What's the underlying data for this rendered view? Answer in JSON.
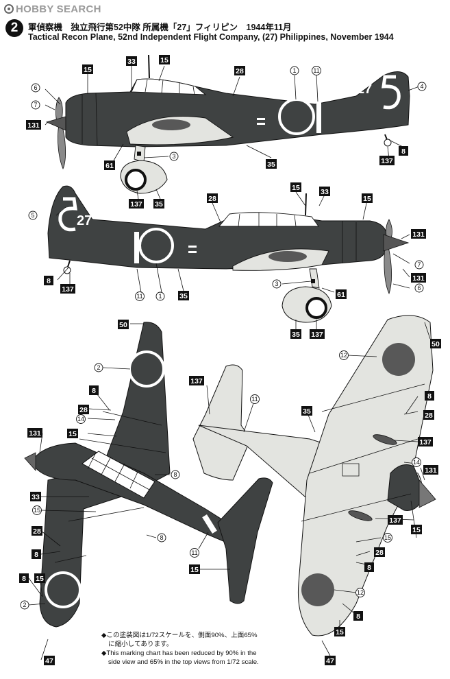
{
  "watermark": {
    "brand": "HOBBY",
    "suffix": "SEARCH"
  },
  "header": {
    "badge": "2",
    "title_jp": "軍偵察機　独立飛行第52中隊 所属機「27」フィリピン　1944年11月",
    "title_en": "Tactical Recon Plane,  52nd Independent Flight Company, (27) Philippines, November 1944"
  },
  "aircraft": {
    "marking_number": "27",
    "tail_symbol": "5"
  },
  "colors": {
    "camo_dark": "#3f4242",
    "underside": "#e3e4e0",
    "hinomaru": "#585858",
    "ink": "#111111",
    "paper": "#ffffff"
  },
  "note": {
    "jp_line1": "◆この塗装図は1/72スケールを、側面90%、上面65%",
    "jp_line2": "に縮小してあります。",
    "en_line1": "◆This marking chart has been reduced by 90% in the",
    "en_line2": "side view and 65% in the top views from 1/72 scale."
  },
  "callouts": {
    "side_left": [
      {
        "label": "15",
        "style": "box"
      },
      {
        "label": "33",
        "style": "box"
      },
      {
        "label": "15",
        "style": "box"
      },
      {
        "label": "28",
        "style": "box"
      },
      {
        "label": "1",
        "style": "circle"
      },
      {
        "label": "11",
        "style": "circle"
      },
      {
        "label": "6",
        "style": "circle"
      },
      {
        "label": "7",
        "style": "circle"
      },
      {
        "label": "131",
        "style": "box"
      },
      {
        "label": "4",
        "style": "circle"
      },
      {
        "label": "8",
        "style": "box"
      },
      {
        "label": "137",
        "style": "box"
      },
      {
        "label": "61",
        "style": "box"
      },
      {
        "label": "3",
        "style": "circle"
      },
      {
        "label": "35",
        "style": "box"
      },
      {
        "label": "137",
        "style": "box"
      },
      {
        "label": "35",
        "style": "box"
      }
    ],
    "side_right": [
      {
        "label": "5",
        "style": "circle"
      },
      {
        "label": "28",
        "style": "box"
      },
      {
        "label": "15",
        "style": "box"
      },
      {
        "label": "33",
        "style": "box"
      },
      {
        "label": "15",
        "style": "box"
      },
      {
        "label": "131",
        "style": "box"
      },
      {
        "label": "7",
        "style": "circle"
      },
      {
        "label": "131",
        "style": "box"
      },
      {
        "label": "6",
        "style": "circle"
      },
      {
        "label": "8",
        "style": "box"
      },
      {
        "label": "137",
        "style": "box"
      },
      {
        "label": "11",
        "style": "circle"
      },
      {
        "label": "1",
        "style": "circle"
      },
      {
        "label": "35",
        "style": "box"
      },
      {
        "label": "3",
        "style": "circle"
      },
      {
        "label": "61",
        "style": "box"
      },
      {
        "label": "35",
        "style": "box"
      },
      {
        "label": "137",
        "style": "box"
      }
    ],
    "top_view": [
      {
        "label": "50",
        "style": "box"
      },
      {
        "label": "2",
        "style": "circle"
      },
      {
        "label": "8",
        "style": "box"
      },
      {
        "label": "28",
        "style": "box"
      },
      {
        "label": "14",
        "style": "circle"
      },
      {
        "label": "15",
        "style": "box"
      },
      {
        "label": "131",
        "style": "box"
      },
      {
        "label": "8",
        "style": "circle"
      },
      {
        "label": "33",
        "style": "box"
      },
      {
        "label": "15",
        "style": "circle"
      },
      {
        "label": "8",
        "style": "circle"
      },
      {
        "label": "28",
        "style": "box"
      },
      {
        "label": "8",
        "style": "box"
      },
      {
        "label": "11",
        "style": "circle"
      },
      {
        "label": "15",
        "style": "box"
      },
      {
        "label": "8",
        "style": "box"
      },
      {
        "label": "15",
        "style": "box"
      },
      {
        "label": "2",
        "style": "circle"
      },
      {
        "label": "47",
        "style": "box"
      }
    ],
    "bottom_view": [
      {
        "label": "50",
        "style": "box"
      },
      {
        "label": "12",
        "style": "circle"
      },
      {
        "label": "137",
        "style": "box"
      },
      {
        "label": "11",
        "style": "circle"
      },
      {
        "label": "35",
        "style": "box"
      },
      {
        "label": "8",
        "style": "box"
      },
      {
        "label": "28",
        "style": "box"
      },
      {
        "label": "137",
        "style": "box"
      },
      {
        "label": "14",
        "style": "circle"
      },
      {
        "label": "131",
        "style": "box"
      },
      {
        "label": "137",
        "style": "box"
      },
      {
        "label": "15",
        "style": "box"
      },
      {
        "label": "15",
        "style": "circle"
      },
      {
        "label": "28",
        "style": "box"
      },
      {
        "label": "8",
        "style": "box"
      },
      {
        "label": "12",
        "style": "circle"
      },
      {
        "label": "8",
        "style": "box"
      },
      {
        "label": "15",
        "style": "box"
      },
      {
        "label": "47",
        "style": "box"
      }
    ]
  }
}
